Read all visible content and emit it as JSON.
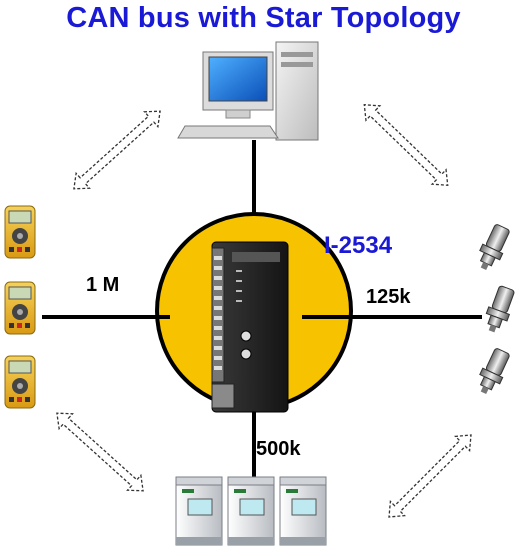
{
  "title": "CAN bus with Star Topology",
  "hub": {
    "label": "I-2534"
  },
  "links": {
    "left": "1 M",
    "right": "125k",
    "bottom": "500k"
  },
  "colors": {
    "title": "#1a1ad6",
    "hub_label": "#1a1ad6",
    "hub_fill": "#f7c300",
    "bus_line": "#000000",
    "arrow_dash": "#333333"
  },
  "icons": {
    "top": "desktop-computer-icon",
    "left": "digital-multimeter-icon",
    "right": "pressure-sensor-icon",
    "bottom": "power-supply-unit-icon",
    "center": "can-converter-module-icon"
  }
}
